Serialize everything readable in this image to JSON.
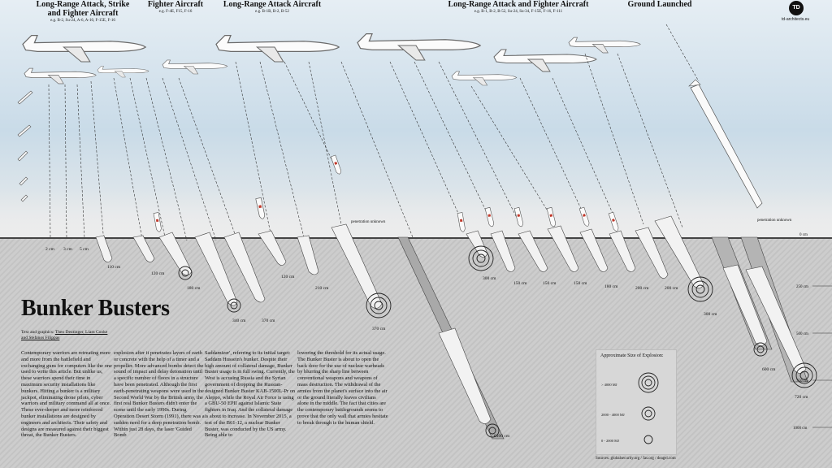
{
  "headers": {
    "h1_title": "Long-Range Attack, Strike and Fighter Aircraft",
    "h1_sub": "e.g. B-2, Su-24, A-6, A-10, F-15E, F-16",
    "h2_title": "Fighter Aircraft",
    "h2_sub": "e.g. F-4E, F15, F-16",
    "h3_title": "Long-Range Attack Aircraft",
    "h3_sub": "e.g. B-1B, B-2, B-52",
    "h4_title": "Long-Range Attack and Fighter Aircraft",
    "h4_sub": "e.g. B-1, B-2, B-52, Su-24, Su-34, F-15E, F-16, F-111",
    "h5_title": "Ground Launched"
  },
  "logo": {
    "mark": "TD",
    "url": "td-architects.eu"
  },
  "labels": {
    "penetration_1": "penetration unknown",
    "penetration_2": "penetration unknown",
    "zero": "0 cm"
  },
  "depths": [
    "2 cm",
    "3 cm",
    "5 cm",
    "110 cm",
    "120 cm",
    "180 cm",
    "340 cm",
    "370 cm",
    "120 cm",
    "210 cm",
    "370 cm",
    "6100 cm",
    "300 cm",
    "150 cm",
    "150 cm",
    "150 cm",
    "180 cm",
    "200 cm",
    "200 cm",
    "300 cm",
    "600 cm",
    "720 cm"
  ],
  "scale": [
    "250 cm",
    "500 cm",
    "750 cm",
    "1000 cm"
  ],
  "title": "Bunker Busters",
  "credit": {
    "prefix": "Text and graphics:",
    "authors": "Theo Deutinger, Liam Cooke and Stefanos Filippas"
  },
  "columns": [
    "Contemporary warriors are retreating more and more from the battlefield and exchanging guns for computers like the one used to write this article. But unlike us, these warriors spend their time in maximum security installations like bunkers. Hitting a bunker is a military jackpot, eliminating drone pilots, cyber warriors and military command all at once. These ever-deeper and more reinforced bunker installations are designed by engineers and architects. Their safety and designs are measured against their biggest threat, the Bunker Busters.",
    "explosion after it penetrates layers of earth or concrete with the help of a timer and a propeller. More advanced bombs detect the sound of impact and delay detonation until a specific number of floors in a structure have been penetrated. Although the first earth-penetrating weapons were used in the Second World War by the British army, the first real Bunker Busters didn't enter the scene until the early 1990s. During Operation Desert Storm (1991), there was a sudden need for a deep penetration bomb. Within just 28 days, the laser 'Guided Bomb",
    "Saddamizer', referring to its initial target: Saddam Hussein's bunker. Despite their high amount of collateral damage, Bunker Buster usage is in full swing. Currently, the West is accusing Russia and the Syrian government of dropping the Russian-designed Bunker Buster KAB-1500L-Pr on Aleppo, while the Royal Air Force is using a GBU-50 EPII against Islamic State fighters in Iraq. And the collateral damage is about to increase. In November 2015, a test of the B61-12, a nuclear Bunker Buster, was conducted by the US army. Being able to",
    "lowering the threshold for its actual usage. The Bunker Buster is about to open the back door for the use of nuclear warheads by blurring the sharp line between conventional weapons and weapons of mass destruction. The withdrawal of the armies from the planet's surface into the air or the ground literally leaves civilians alone in the middle. The fact that cities are the contemporary battlegrounds seems to prove that the only wall that armies hesitate to break through is the human shield."
  ],
  "legend": {
    "title": "Approximate Size of Explosion:",
    "items": [
      "> 4000 MJ",
      "2000 - 4000 MJ",
      "0 - 2000 MJ"
    ]
  },
  "sources": {
    "label": "Sources:",
    "text": "globalsecurity.org / fas.org / deagel.com"
  }
}
